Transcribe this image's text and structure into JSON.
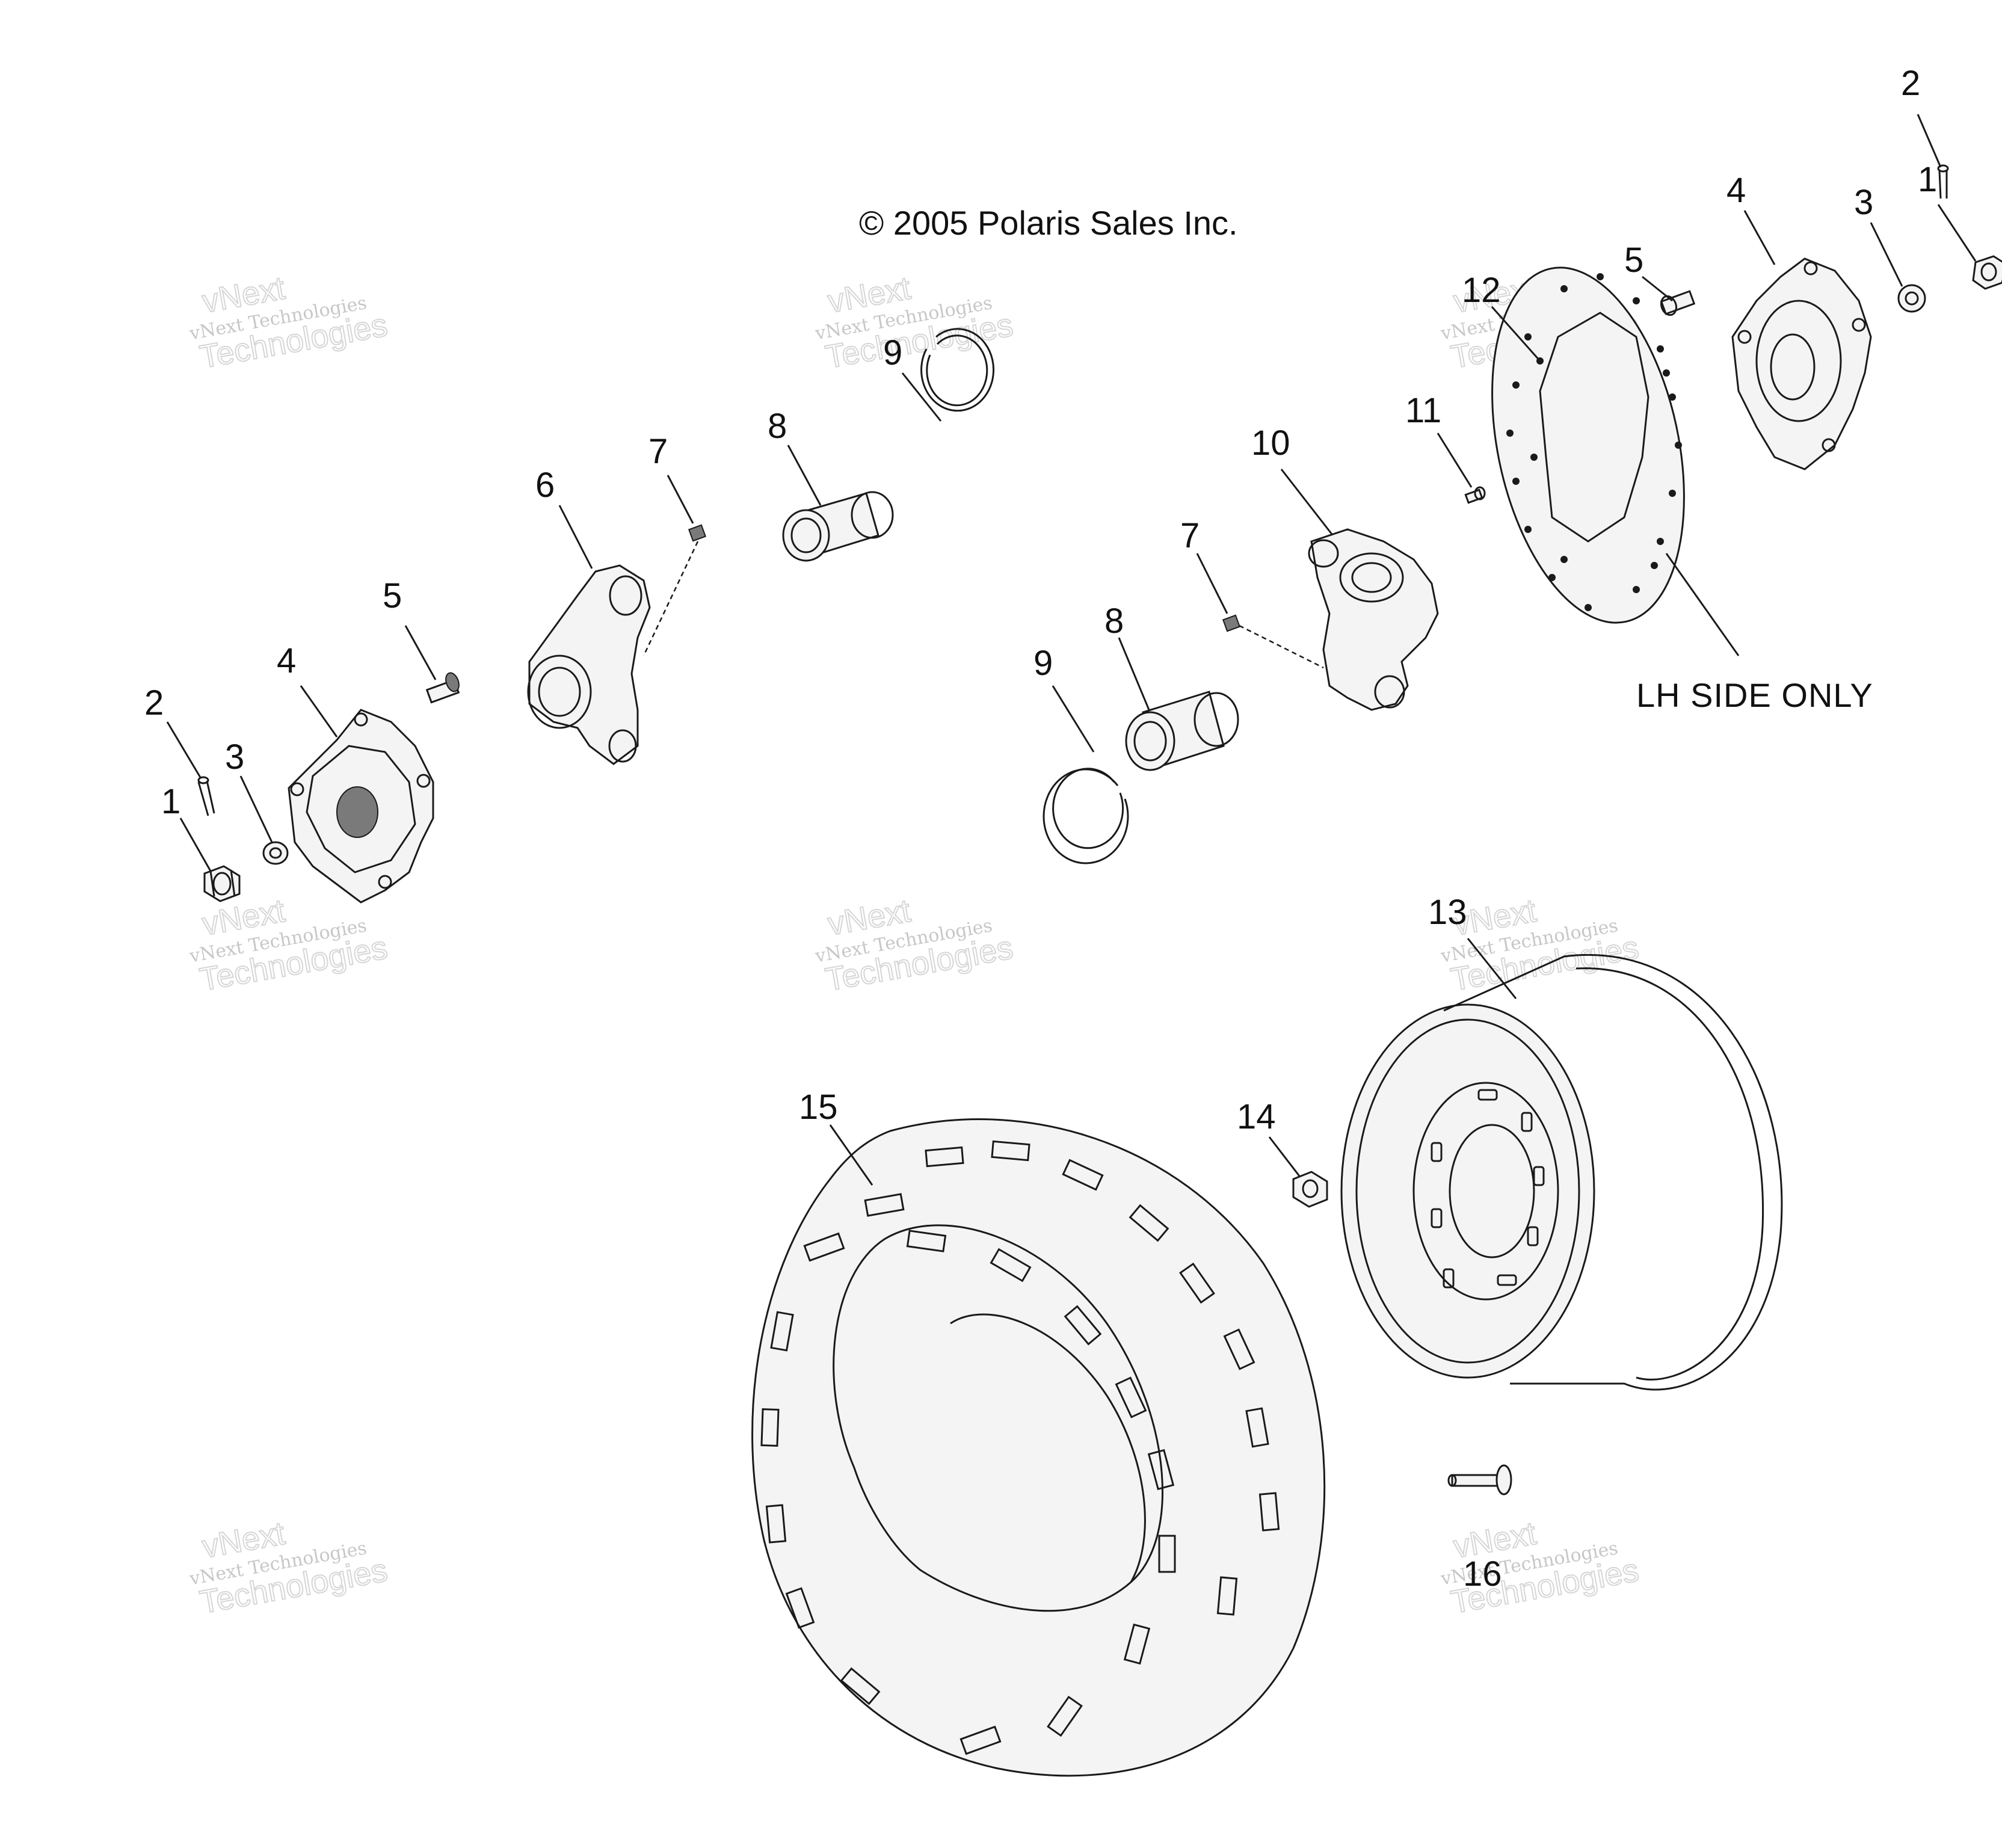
{
  "copyright": "© 2005 Polaris Sales Inc.",
  "note": "LH SIDE ONLY",
  "watermark": {
    "line1": "vNext",
    "line2": "vNext Technologies",
    "line3": "Technologies"
  },
  "callouts": [
    {
      "id": "c1a",
      "label": "1"
    },
    {
      "id": "c2a",
      "label": "2"
    },
    {
      "id": "c3a",
      "label": "3"
    },
    {
      "id": "c4a",
      "label": "4"
    },
    {
      "id": "c5a",
      "label": "5"
    },
    {
      "id": "c6",
      "label": "6"
    },
    {
      "id": "c7a",
      "label": "7"
    },
    {
      "id": "c8a",
      "label": "8"
    },
    {
      "id": "c9a",
      "label": "9"
    },
    {
      "id": "c9b",
      "label": "9"
    },
    {
      "id": "c8b",
      "label": "8"
    },
    {
      "id": "c7b",
      "label": "7"
    },
    {
      "id": "c10",
      "label": "10"
    },
    {
      "id": "c11",
      "label": "11"
    },
    {
      "id": "c12",
      "label": "12"
    },
    {
      "id": "c5b",
      "label": "5"
    },
    {
      "id": "c4b",
      "label": "4"
    },
    {
      "id": "c3b",
      "label": "3"
    },
    {
      "id": "c1b",
      "label": "1"
    },
    {
      "id": "c2b",
      "label": "2"
    },
    {
      "id": "c13",
      "label": "13"
    },
    {
      "id": "c14",
      "label": "14"
    },
    {
      "id": "c15",
      "label": "15"
    },
    {
      "id": "c16",
      "label": "16"
    }
  ]
}
